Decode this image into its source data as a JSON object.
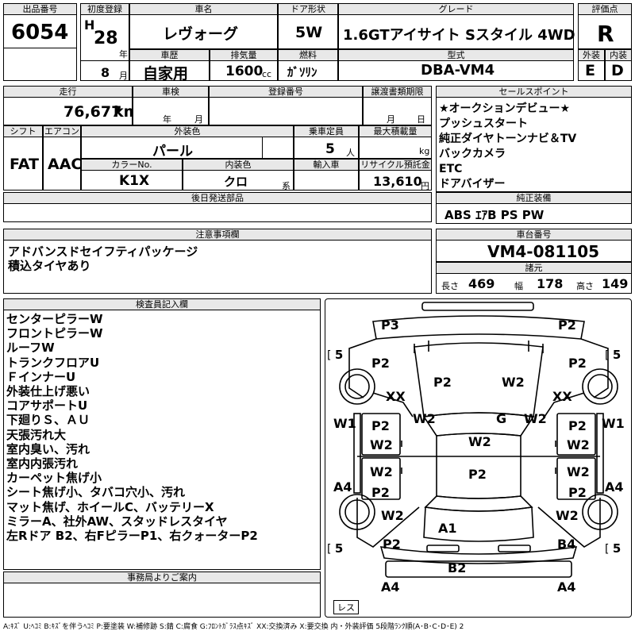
{
  "header": {
    "lot_label": "出品番号",
    "lot_no": "6054",
    "reg_label": "初度登録",
    "era": "H",
    "year": "28",
    "year_unit": "年",
    "month": "8",
    "month_unit": "月",
    "name_label": "車名",
    "name": "レヴォーグ",
    "door_label": "ドア形状",
    "door": "5W",
    "grade_label": "グレード",
    "grade": "1.6GTアイサイト Sスタイル 4WD",
    "score_label": "評価点",
    "score": "R",
    "ext_label": "外装",
    "ext": "E",
    "int_label": "内装",
    "int": "D",
    "history_label": "車歴",
    "history": "自家用",
    "disp_label": "排気量",
    "disp": "1600",
    "disp_unit": "cc",
    "fuel_label": "燃料",
    "fuel": "ｶﾞｿﾘﾝ",
    "model_label": "型式",
    "model": "DBA-VM4"
  },
  "row2": {
    "mileage_label": "走行",
    "mileage": "76,677",
    "mileage_unit": "km",
    "inspection_label": "車検",
    "insp_year_unit": "年",
    "insp_month_unit": "月",
    "regno_label": "登録番号",
    "transfer_label": "譲渡書類期限",
    "transfer_month_unit": "月",
    "transfer_day_unit": "日",
    "shift_label": "シフト",
    "shift": "FAT",
    "ac_label": "エアコン",
    "ac": "AAC",
    "color_label": "外装色",
    "color": "パール",
    "capacity_label": "乗車定員",
    "capacity": "5",
    "capacity_unit": "人",
    "maxload_label": "最大積載量",
    "maxload_unit": "kg",
    "colorno_label": "カラーNo.",
    "colorno": "K1X",
    "intcolor_label": "内装色",
    "intcolor": "クロ",
    "intcolor_unit": "系",
    "import_label": "輸入車",
    "recycle_label": "リサイクル預託金",
    "recycle": "13,610",
    "recycle_unit": "円",
    "later_label": "後日発送部品"
  },
  "sales": {
    "label": "セールスポイント",
    "points": [
      "★オークションデビュー★",
      "プッシュスタート",
      "純正ダイヤトーンナビ＆TV",
      "バックカメラ",
      "ETC",
      "ドアバイザー"
    ],
    "equip_label": "純正装備",
    "equip": "ABS ｴｱB PS PW"
  },
  "caution": {
    "label": "注意事項欄",
    "lines": [
      "アドバンスドセイフティパッケージ",
      "積込タイヤあり"
    ]
  },
  "chassis": {
    "label": "車台番号",
    "value": "VM4-081105",
    "spec_label": "諸元",
    "len_label": "長さ",
    "len": "469",
    "wid_label": "幅",
    "wid": "178",
    "hgt_label": "高さ",
    "hgt": "149"
  },
  "inspector": {
    "label": "検査員記入欄",
    "lines": [
      "センターピラーW",
      "フロントピラーW",
      "ルーフW",
      "トランクフロアU",
      "ＦインナーU",
      "外装仕上げ悪い",
      "コアサポートU",
      "下廻りＳ、ＡＵ",
      "天張汚れ大",
      "室内臭い、汚れ",
      "室内内張汚れ",
      "カーペット焦げ小",
      "シート焦げ小、タバコ穴小、汚れ",
      "マット焦げ、ホイールC、バッテリーX",
      "ミラーA、社外AW、スタッドレスタイヤ",
      "左Rドア B2、右FピラーP1、右クォーターP2"
    ]
  },
  "office": {
    "label": "事務局よりご案内"
  },
  "diagram": {
    "marks": {
      "p3": "P3",
      "p2_tr": "P2",
      "tire_fl": "5",
      "tire_fr": "5",
      "tire_rl": "5",
      "tire_rr": "5",
      "p2_lf": "P2",
      "p2_rf": "P2",
      "p2_hood": "P2",
      "w2_hood": "W2",
      "xx_l": "XX",
      "xx_r": "XX",
      "w2_lp": "W2",
      "g": "G",
      "w2_rp": "W2",
      "w1_l": "W1",
      "w1_r": "W1",
      "p2_ld": "P2",
      "w2_ld": "W2",
      "p2_rd": "P2",
      "w2_rd": "W2",
      "w2_roof": "W2",
      "w2_lrd": "W2",
      "w2_rrd": "W2",
      "p2_lrd": "P2",
      "p2_roof": "P2",
      "p2_rrd": "P2",
      "a4_l": "A4",
      "a4_r": "A4",
      "w2_lq": "W2",
      "w2_rq": "W2",
      "a1": "A1",
      "p2_lr": "P2",
      "b4": "B4",
      "b2": "B2",
      "a4_bl": "A4",
      "a4_br": "A4",
      "les": "レス"
    }
  },
  "legend": "A:ｷｽﾞ U:ﾍｺﾐ B:ｷｽﾞを伴うﾍｺﾐ P:要塗装 W:補修跡 S:錆 C:腐食 G:ﾌﾛﾝﾄｶﾞﾗｽ点ｷｽﾞ XX:交換済み X:要交換 内・外装評価 5段階ﾗﾝｸ順(A･B･C･D･E) 2"
}
